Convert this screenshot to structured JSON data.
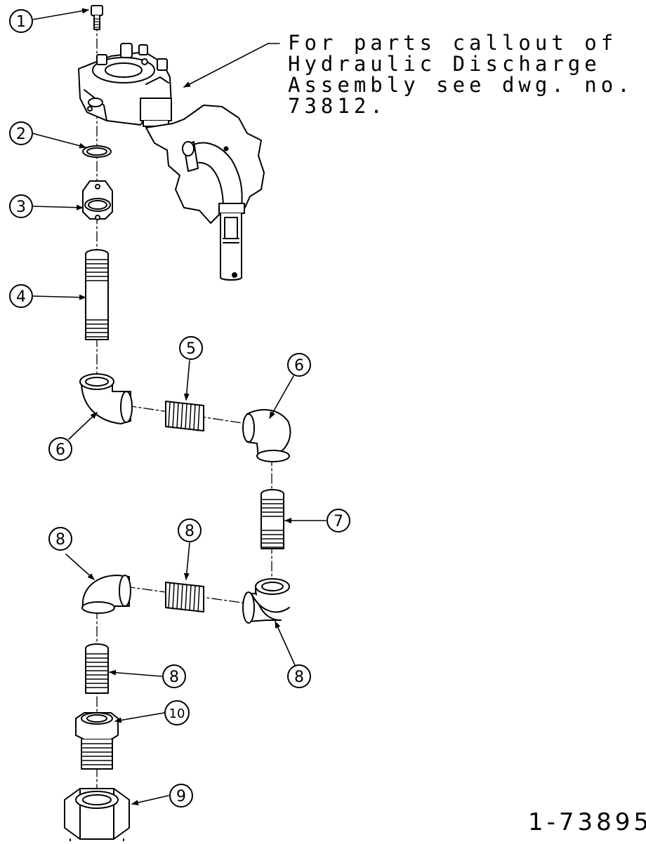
{
  "note": {
    "lines": [
      "For parts callout of",
      "Hydraulic Discharge",
      "Assembly see dwg. no.",
      "73812."
    ]
  },
  "drawing_number": "1-73895",
  "callouts": [
    "1",
    "2",
    "3",
    "4",
    "5",
    "6",
    "6",
    "7",
    "8",
    "8",
    "8",
    "8",
    "9",
    "10"
  ]
}
